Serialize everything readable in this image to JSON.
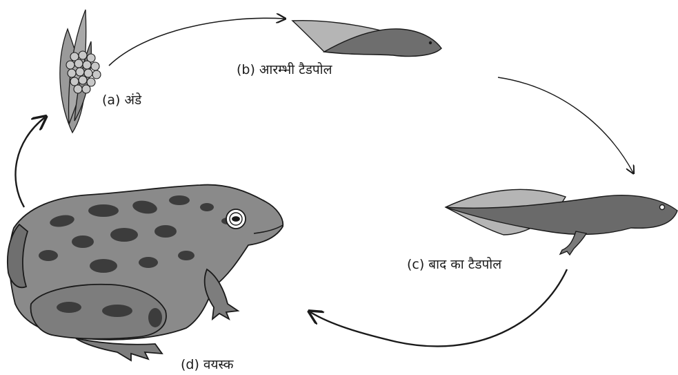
{
  "labels": {
    "eggs": "(a) अंडे",
    "early_tadpole": "(b) आरम्भी टैडपोल",
    "late_tadpole": "(c) बाद का टैडपोल",
    "adult": "(d) वयस्क"
  },
  "colors": {
    "outline": "#1a1a1a",
    "skin": "#8a8a8a",
    "skin_dark": "#555555",
    "spots": "#3c3c3c",
    "egg": "#c8c8c8",
    "fin": "#b5b5b5",
    "leaf": "#9a9a9a"
  }
}
